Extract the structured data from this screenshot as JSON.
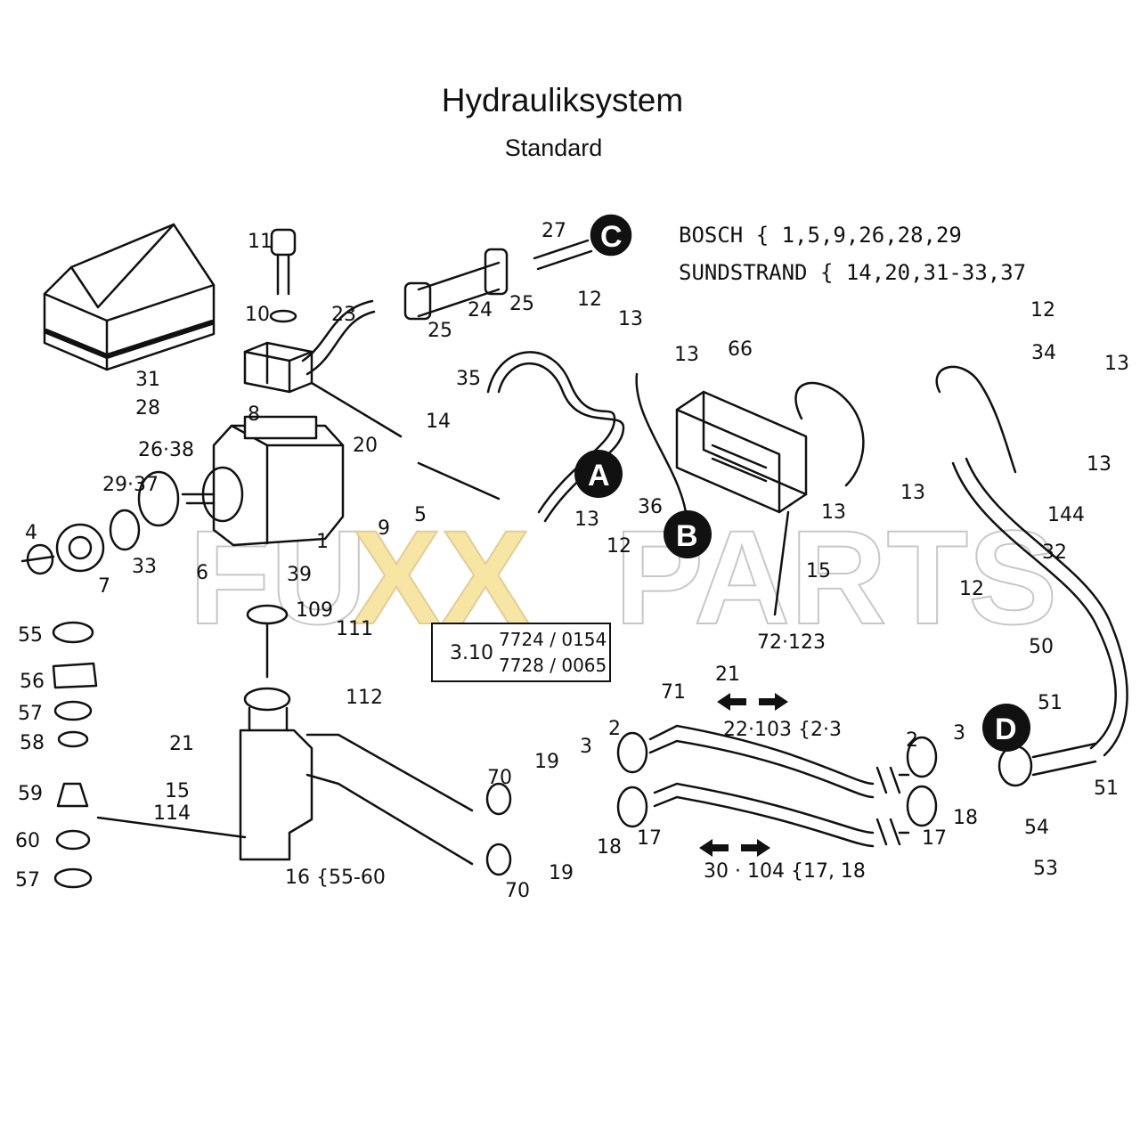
{
  "title": "Hydrauliksystem",
  "subtitle": "Standard",
  "brands": {
    "bosch": "BOSCH {  1,5,9,26,28,29",
    "sundstrand": "SUNDSTRAND { 14,20,31-33,37"
  },
  "reference_box": {
    "code": "3.10",
    "line1": "7724 / 0154",
    "line2": "7728 / 0065"
  },
  "watermark": {
    "part1": "FU",
    "part2": "XX",
    "part3": "PARTS"
  },
  "callouts": {
    "a": "A",
    "b": "B",
    "c": "C",
    "d": "D"
  },
  "labels": {
    "p11": "11",
    "p10": "10",
    "p8": "8",
    "p23": "23",
    "p25a": "25",
    "p24": "24",
    "p25b": "25",
    "p27": "27",
    "p12a": "12",
    "p13a": "13",
    "p13b": "13",
    "p35": "35",
    "p66": "66",
    "p12b": "12",
    "p34": "34",
    "p13c": "13",
    "p13d": "13",
    "p31": "31",
    "p28": "28",
    "p2638": "26·38",
    "p2937": "29·37",
    "p4": "4",
    "p7": "7",
    "p33": "33",
    "p6": "6",
    "p1": "1",
    "p20": "20",
    "p14": "14",
    "p9": "9",
    "p5": "5",
    "p13e": "13",
    "p12c": "12",
    "p36": "36",
    "p13f": "13",
    "p13g": "13",
    "p12d": "12",
    "p144": "144",
    "p32": "32",
    "p39": "39",
    "p109": "109",
    "p111": "111",
    "p112": "112",
    "p15a": "15",
    "p72123": "72·123",
    "p71": "71",
    "p21a": "21",
    "p50": "50",
    "p51a": "51",
    "p51b": "51",
    "p55": "55",
    "p56": "56",
    "p57a": "57",
    "p58": "58",
    "p59": "59",
    "p60": "60",
    "p57b": "57",
    "p21b": "21",
    "p15b": "15",
    "p114": "114",
    "p16": "16 {55-60",
    "p22103": "22·103 {2·3",
    "p70a": "70",
    "p19a": "19",
    "p3a": "3",
    "p2a": "2",
    "p2b": "2",
    "p3b": "3",
    "p18a": "18",
    "p17a": "17",
    "p19b": "19",
    "p70b": "70",
    "p18b": "18",
    "p17b": "17",
    "p54": "54",
    "p53": "53",
    "p30104": "30 · 104 {17, 18"
  }
}
